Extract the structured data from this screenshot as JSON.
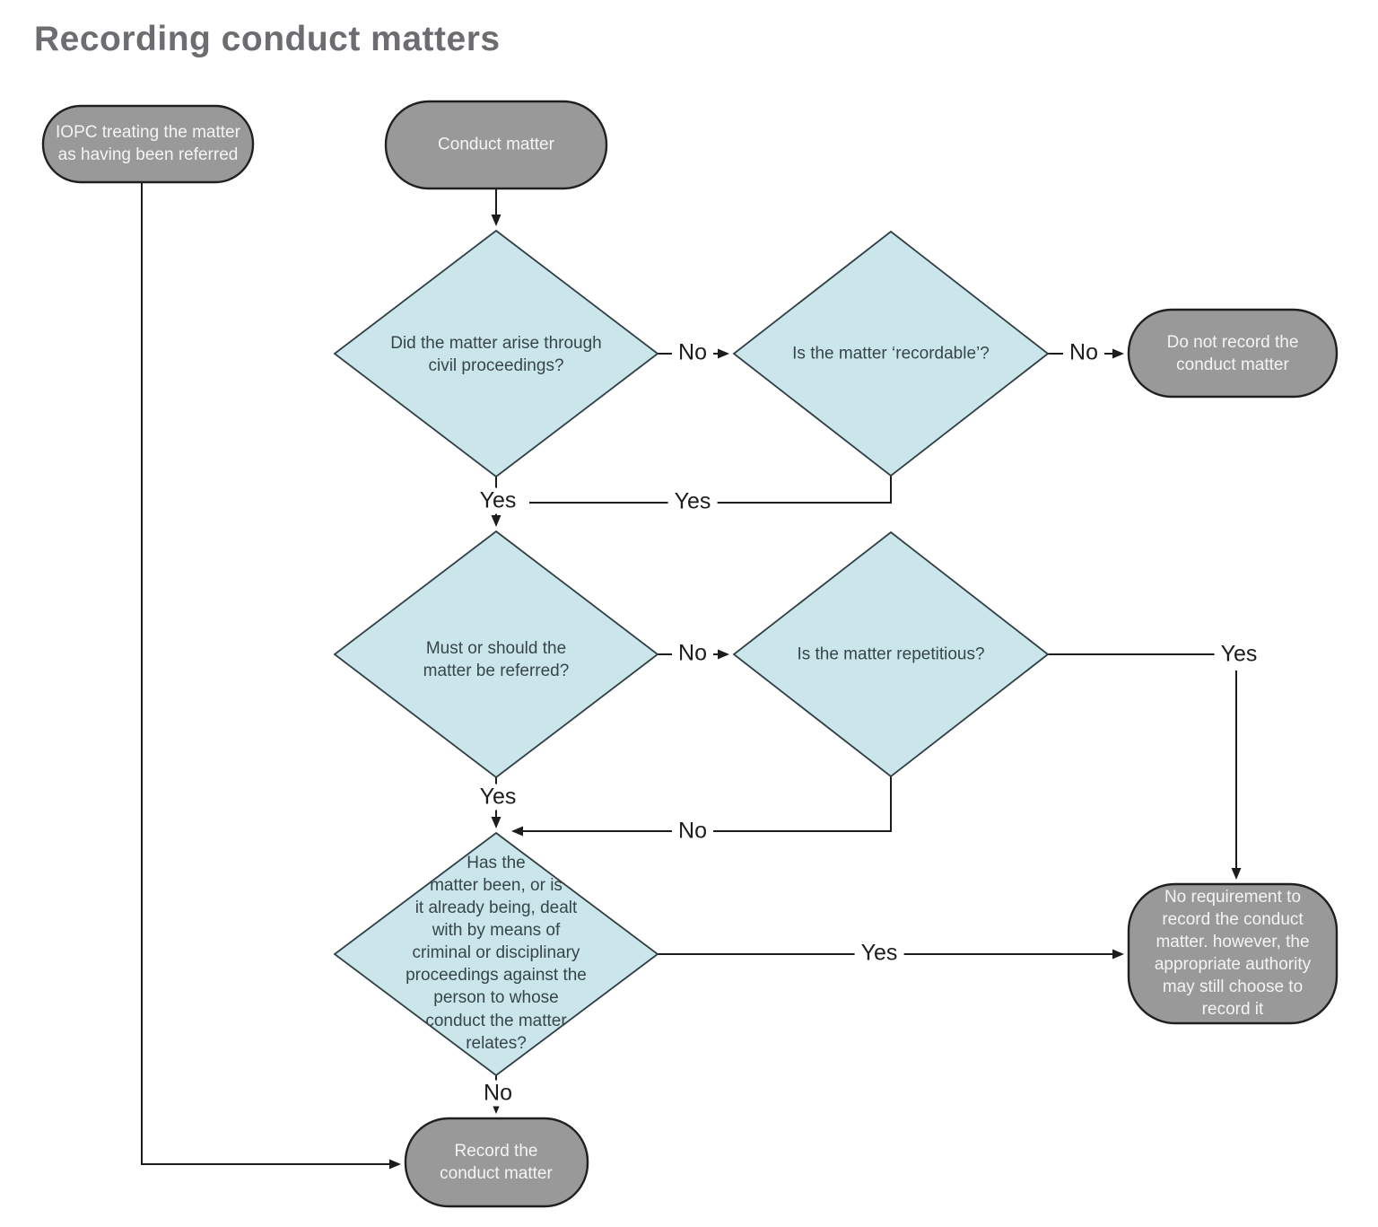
{
  "title": "Recording conduct matters",
  "colors": {
    "title-color": "#6b6d70",
    "node-fill": "#999999",
    "node-stroke": "#231f20",
    "node-text": "#f4f4f4",
    "diamond-fill": "#cbe6eb",
    "diamond-stroke": "#2f3e44",
    "diamond-text": "#37454b",
    "line-color": "#1c1c1c"
  },
  "nodes": {
    "iopc": {
      "label": "IOPC treating the matter\nas having been referred"
    },
    "conduct_matter": {
      "label": "Conduct matter"
    },
    "civil_proceedings": {
      "label": "Did the matter arise through\ncivil proceedings?"
    },
    "recordable": {
      "label": "Is the matter ‘recordable’?"
    },
    "do_not_record": {
      "label": "Do not record the\nconduct matter"
    },
    "must_refer": {
      "label": "Must or should the\nmatter be referred?"
    },
    "repetitious": {
      "label": "Is the matter repetitious?"
    },
    "proceedings": {
      "label": "Has the\nmatter been, or is\nit already being, dealt\nwith by means of\ncriminal or disciplinary\nproceedings against the\nperson to whose\nconduct the matter\nrelates?"
    },
    "no_requirement": {
      "label": "No requirement to\nrecord the conduct\nmatter. however, the\nappropriate authority\nmay still choose to\nrecord it"
    },
    "record": {
      "label": "Record the\nconduct matter"
    }
  },
  "edge_labels": {
    "yes": "Yes",
    "no": "No"
  }
}
